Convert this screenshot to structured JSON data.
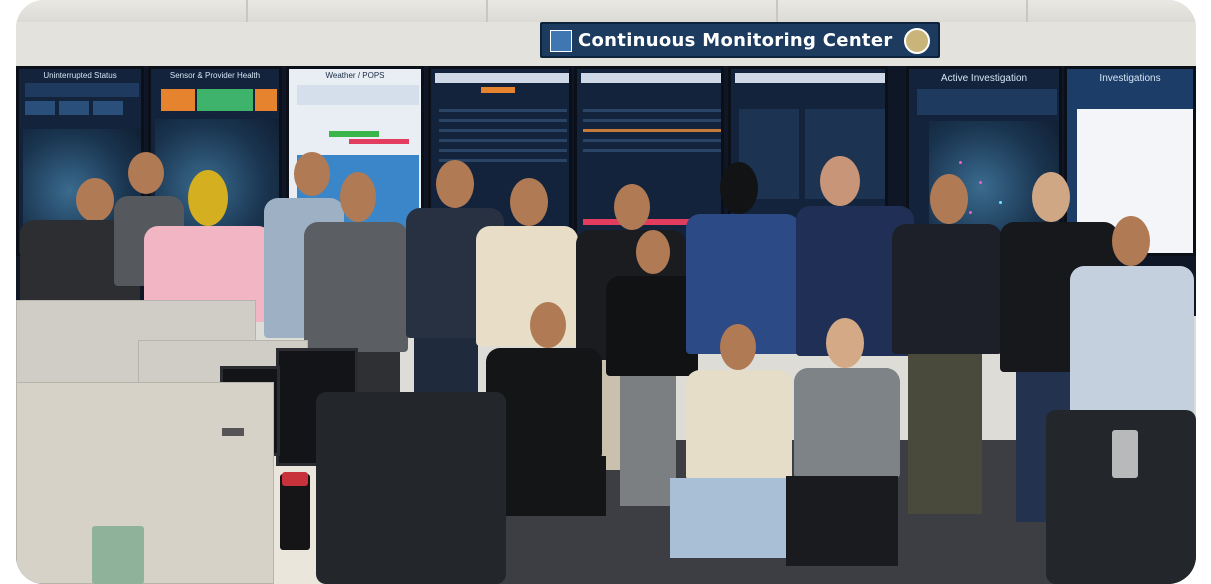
{
  "sign": {
    "title": "Continuous Monitoring Center"
  },
  "screens": {
    "s1_title": "Uninterrupted Status",
    "s2_title": "Sensor & Provider Health",
    "s3_title": "Weather / POPS",
    "s9_title": "Active Investigation",
    "s10_title": "Investigations"
  },
  "colors": {
    "sign_bg": "#1d3b5f",
    "wall_screen": "#13233b",
    "accent_orange": "#e5832f",
    "accent_green": "#3db36b"
  }
}
